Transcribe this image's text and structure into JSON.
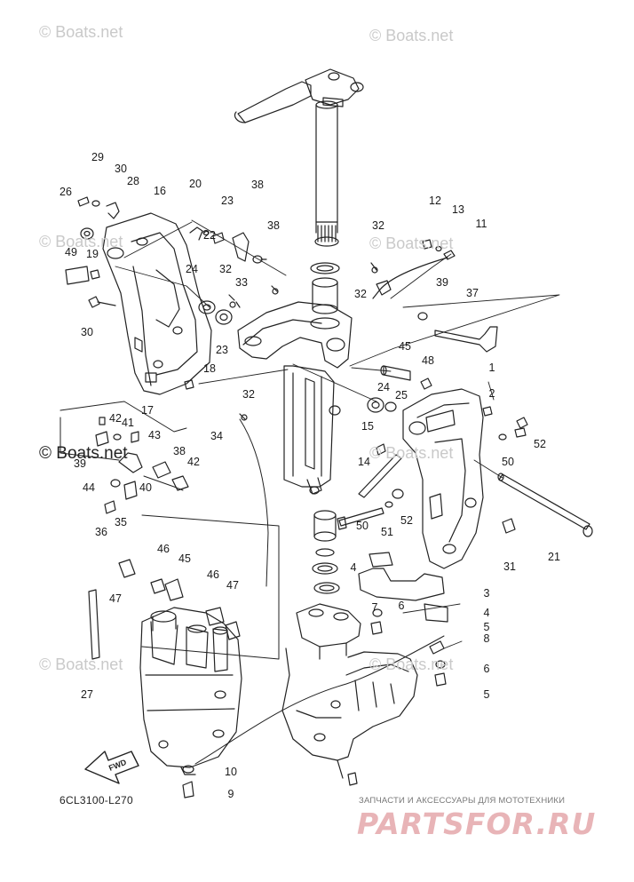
{
  "watermarks": {
    "w1": "© Boats.net",
    "w2": "© Boats.net",
    "w3": "© Boats.net",
    "w4": "© Boats.net",
    "w5": "© Boats.net",
    "w6": "© Boats.net",
    "w7": "© Boats.net",
    "w8": "© Boats.net"
  },
  "diagram_code": "6CL3100-L270",
  "fwd_label": "FWD",
  "shop": {
    "tagline": "ЗАПЧАСТИ И АКСЕССУАРЫ ДЛЯ МОТОТЕХНИКИ",
    "brand": "PARTSFOR.RU"
  },
  "callouts": [
    "1",
    "2",
    "3",
    "4",
    "4",
    "5",
    "5",
    "6",
    "6",
    "7",
    "8",
    "9",
    "10",
    "11",
    "12",
    "13",
    "14",
    "15",
    "16",
    "17",
    "18",
    "19",
    "20",
    "21",
    "22",
    "23",
    "23",
    "24",
    "24",
    "25",
    "26",
    "27",
    "28",
    "29",
    "30",
    "30",
    "31",
    "32",
    "32",
    "32",
    "32",
    "33",
    "34",
    "35",
    "36",
    "37",
    "38",
    "38",
    "38",
    "39",
    "39",
    "40",
    "41",
    "42",
    "42",
    "43",
    "44",
    "45",
    "45",
    "46",
    "46",
    "47",
    "47",
    "48",
    "49",
    "50",
    "50",
    "51",
    "52",
    "52"
  ]
}
